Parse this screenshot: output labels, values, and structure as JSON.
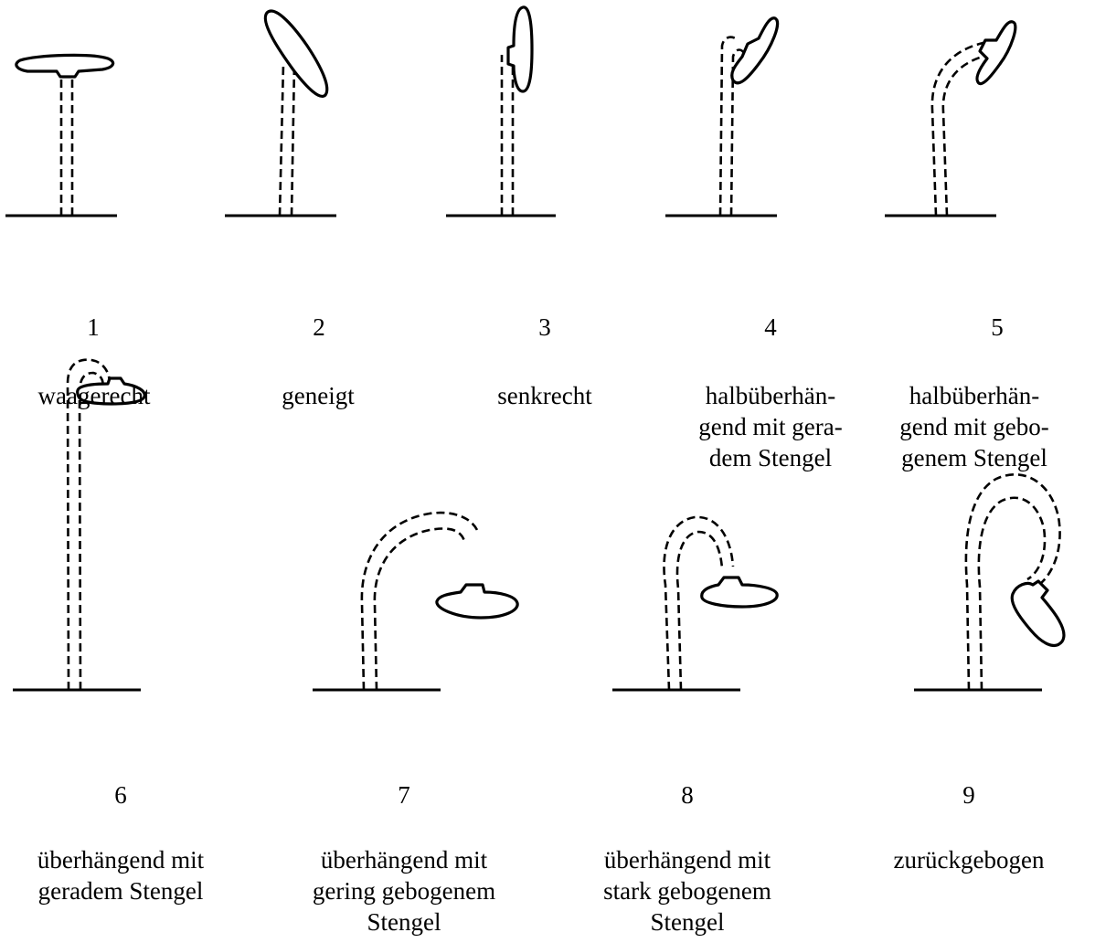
{
  "figures": [
    {
      "number": "1",
      "caption": "waagerecht"
    },
    {
      "number": "2",
      "caption": "geneigt"
    },
    {
      "number": "3",
      "caption": "senkrecht"
    },
    {
      "number": "4",
      "caption": "halbüberhän-\ngend mit gera-\ndem Stengel"
    },
    {
      "number": "5",
      "caption": "halbüberhän-\ngend mit gebo-\ngenem Stengel"
    },
    {
      "number": "6",
      "caption": "überhängend mit\ngeradem Stengel"
    },
    {
      "number": "7",
      "caption": "überhängend mit\ngering gebogenem\nStengel"
    },
    {
      "number": "8",
      "caption": "überhängend mit\nstark gebogenem\nStengel"
    },
    {
      "number": "9",
      "caption": "zurückgebogen"
    }
  ]
}
